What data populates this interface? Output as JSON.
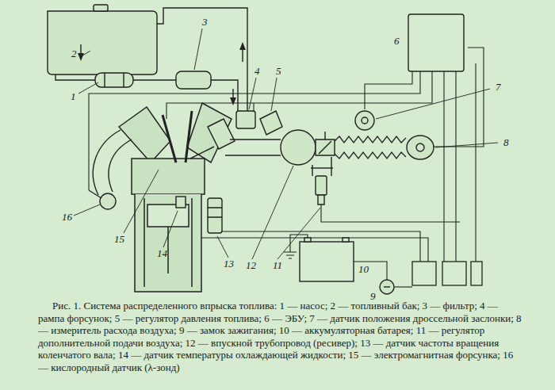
{
  "diagram": {
    "caption": "Рис. 1. Система распределенного впрыска топлива: 1 — насос; 2 — топливный бак; 3 — фильтр; 4 — рампа форсунок; 5 — регулятор давления топлива; 6 — ЭБУ; 7 — датчик положения дроссельной заслонки; 8 — измеритель расхода воздуха; 9 — замок зажигания; 10 — аккумуляторная батарея; 11 — регулятор дополнительной подачи воздуха; 12 — впускной трубопровод (ресивер); 13 — датчик частоты вращения коленчатого вала; 14 — датчик температуры охлаждающей жидкости; 15 — электромагнитная форсунка; 16 — кислородный датчик (λ-зонд)",
    "labels": [
      "1",
      "2",
      "3",
      "4",
      "5",
      "6",
      "7",
      "8",
      "9",
      "10",
      "11",
      "12",
      "13",
      "14",
      "15",
      "16"
    ]
  }
}
